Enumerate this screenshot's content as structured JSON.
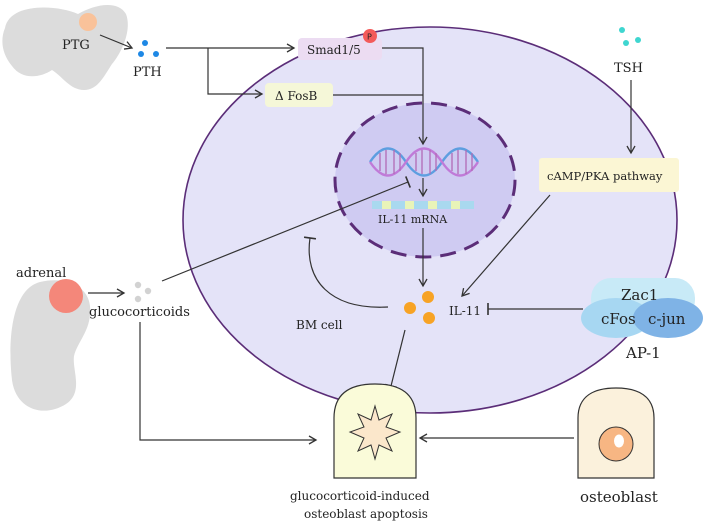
{
  "labels": {
    "ptg": "PTG",
    "pth": "PTH",
    "smad": "Smad1/5",
    "phospho": "P",
    "fosb": "Δ FosB",
    "tsh": "TSH",
    "camp_pka": "cAMP/PKA pathway",
    "il11_mrna": "IL-11 mRNA",
    "adrenal": "adrenal",
    "glucocorticoids": "glucocorticoids",
    "il11": "IL-11",
    "bm_cell": "BM cell",
    "zac1": "Zac1",
    "cfos": "cFos",
    "cjun": "c-jun",
    "ap1": "AP-1",
    "apoptosis_line1": "glucocorticoid-induced",
    "apoptosis_line2": "osteoblast apoptosis",
    "osteoblast": "osteoblast"
  },
  "colors": {
    "bm_cell_fill": "#e4e3f8",
    "nucleus_fill": "#cfcbf2",
    "membrane": "#5b2d78",
    "smad_box": "#ecdcf2",
    "fosb_box": "#f5f7d8",
    "camp_box": "#fbf6d4",
    "tsh_dots": "#3fd6d0",
    "pth_dots": "#1e88e5",
    "il11_dots": "#f7a325",
    "adrenal_gland": "#f4877a",
    "ptg_dot": "#f9c29a",
    "ap1_light": "#c8eaf7",
    "ap1_mid": "#a7d7f2",
    "apoptosis_box": "#fafbd9",
    "osteoblast_box": "#fbf1dc"
  },
  "icons": [
    "thyroid-gland-icon",
    "kidney-adrenal-icon",
    "dna-helix-icon",
    "apoptotic-cell-icon",
    "osteoblast-cell-icon"
  ]
}
